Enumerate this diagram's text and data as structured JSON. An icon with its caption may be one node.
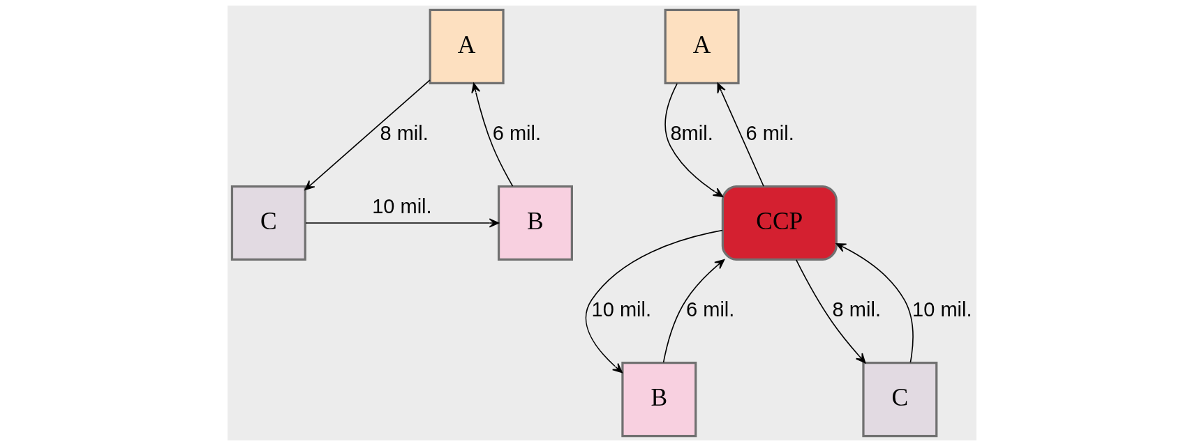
{
  "diagram": {
    "nodes": [
      {
        "text": [
          "A"
        ]
      },
      {
        "text": [
          "B"
        ]
      },
      {
        "text": [
          "C"
        ]
      },
      {
        "text": [
          "A"
        ]
      },
      {
        "text": [
          "CCP"
        ]
      },
      {
        "text": [
          "B"
        ]
      },
      {
        "text": [
          "C"
        ]
      }
    ],
    "edges": [
      {
        "from": 1,
        "to": 0,
        "arrow": "to",
        "label": "6 mil."
      },
      {
        "from": 0,
        "to": 2,
        "arrow": "to",
        "label": "8 mil."
      },
      {
        "from": 2,
        "to": 1,
        "arrow": "to",
        "label": "10 mil."
      },
      {
        "from": 4,
        "to": 3,
        "arrow": "to",
        "label": "6 mil."
      },
      {
        "from": 3,
        "to": 4,
        "arrow": "to",
        "label": "8mil."
      },
      {
        "from": 5,
        "to": 4,
        "arrow": "to",
        "label": "6 mil."
      },
      {
        "from": 4,
        "to": 5,
        "arrow": "to",
        "label": "10 mil."
      },
      {
        "from": 6,
        "to": 4,
        "arrow": "to",
        "label": "10 mil."
      },
      {
        "from": 4,
        "to": 6,
        "arrow": "to",
        "label": "8 mil."
      }
    ]
  }
}
